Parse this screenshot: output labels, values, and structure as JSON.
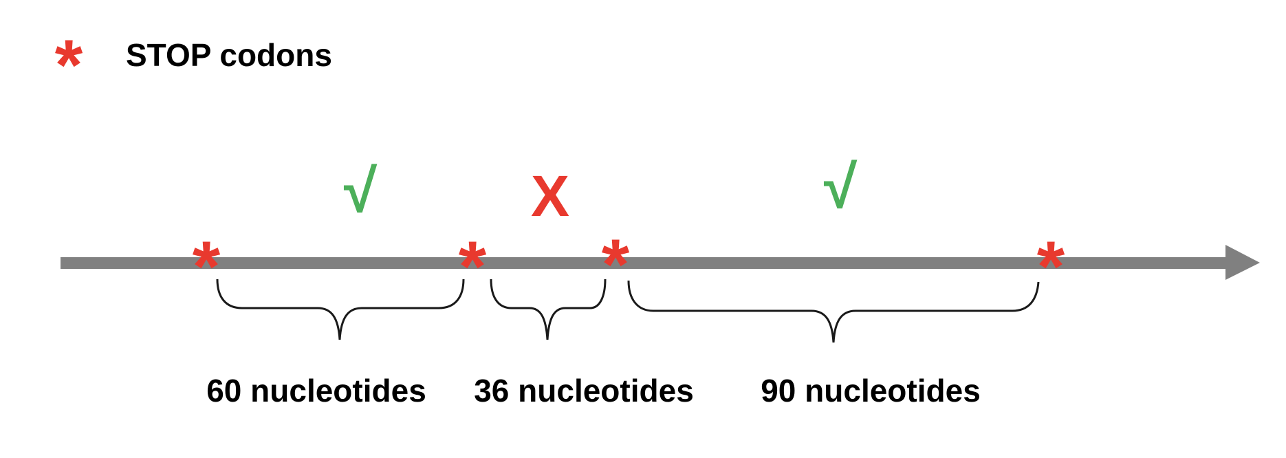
{
  "legend": {
    "symbol": "*",
    "symbol_color": "#e8392e",
    "label": "STOP codons"
  },
  "colors": {
    "axis": "#808080",
    "stop": "#e8392e",
    "ok": "#4caf5a",
    "bad": "#e8392e",
    "brace": "#1a1a1a"
  },
  "segments": [
    {
      "label": "60 nucleotides",
      "status_symbol": "√",
      "status": "ok"
    },
    {
      "label": "36 nucleotides",
      "status_symbol": "X",
      "status": "bad"
    },
    {
      "label": "90 nucleotides",
      "status_symbol": "√",
      "status": "ok"
    }
  ],
  "stop_symbol": "*"
}
